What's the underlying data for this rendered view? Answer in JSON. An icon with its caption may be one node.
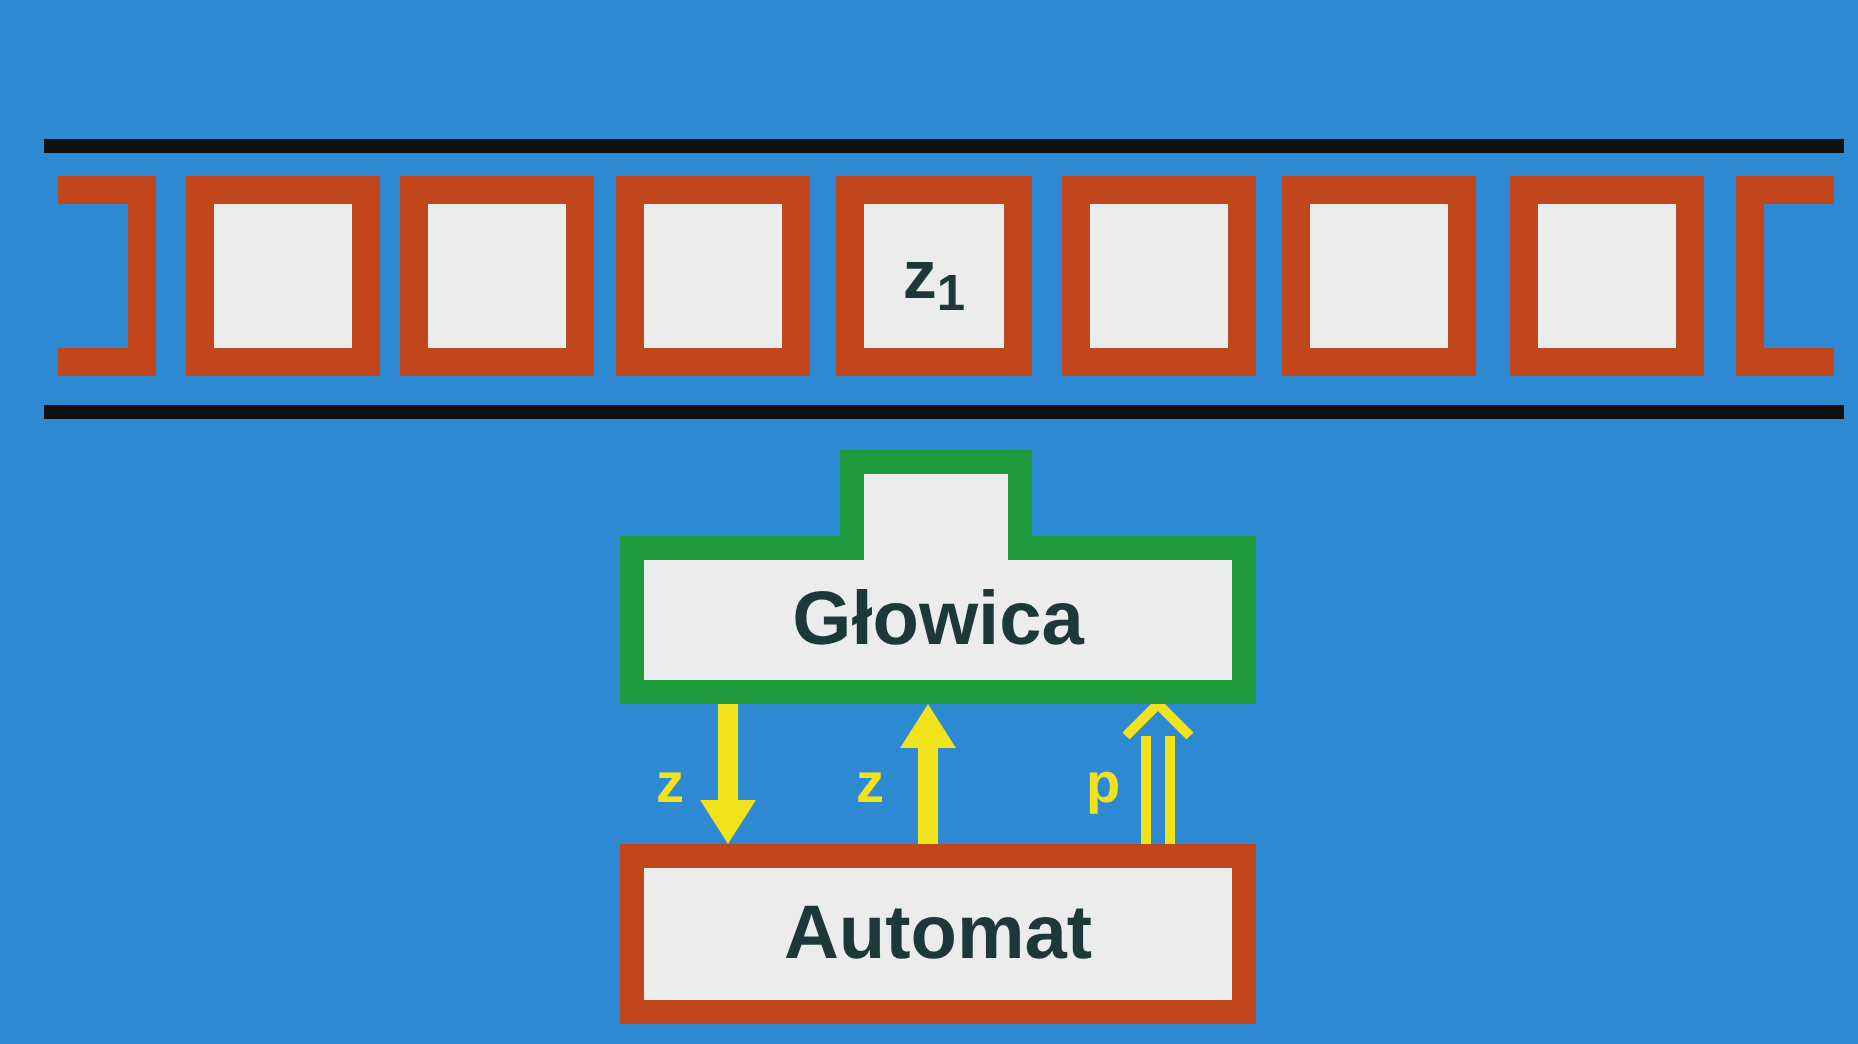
{
  "diagram": {
    "nodes": [
      {
        "text": [],
        "shape": "box"
      },
      {
        "text": [],
        "shape": "box"
      },
      {
        "text": [],
        "shape": "box"
      },
      {
        "text": [],
        "shape": "box"
      },
      {
        "text": [
          "z$_{1}$"
        ]
      },
      {
        "text": [],
        "shape": "box"
      },
      {
        "text": [],
        "shape": "box"
      },
      {
        "text": [],
        "shape": "box"
      },
      {
        "text": [],
        "shape": "box"
      },
      {
        "text": [
          "Głowica"
        ]
      },
      {
        "text": [
          "Automat"
        ]
      }
    ],
    "edges": [
      {
        "from": 9,
        "to": 10,
        "arrow": "to",
        "label": "z"
      },
      {
        "from": 10,
        "to": 9,
        "arrow": "to",
        "label": "z"
      },
      {
        "from": 10,
        "to": 9,
        "arrow": "to",
        "label": "p"
      }
    ]
  }
}
